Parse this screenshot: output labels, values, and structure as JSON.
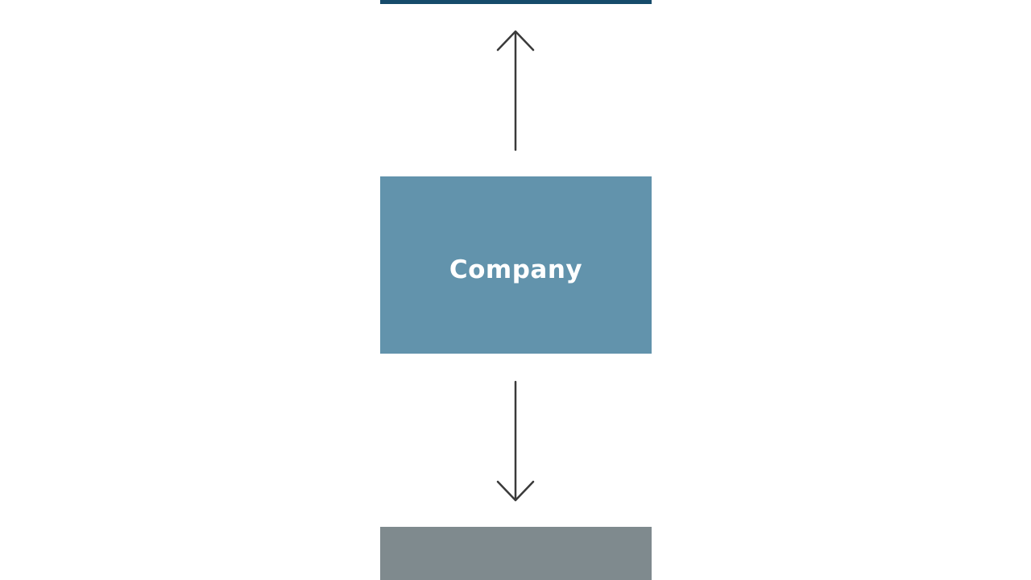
{
  "diagram": {
    "nodes": [
      {
        "id": "top",
        "label": "",
        "color": "#164b6b"
      },
      {
        "id": "company",
        "label": "Company",
        "color": "#6293ac"
      },
      {
        "id": "bottom",
        "label": "",
        "color": "#7f8a8e"
      }
    ],
    "edges": [
      {
        "from": "company",
        "to": "top",
        "direction": "up"
      },
      {
        "from": "company",
        "to": "bottom",
        "direction": "down"
      }
    ],
    "arrow_color": "#3a3a3a",
    "background": "#ffffff"
  }
}
